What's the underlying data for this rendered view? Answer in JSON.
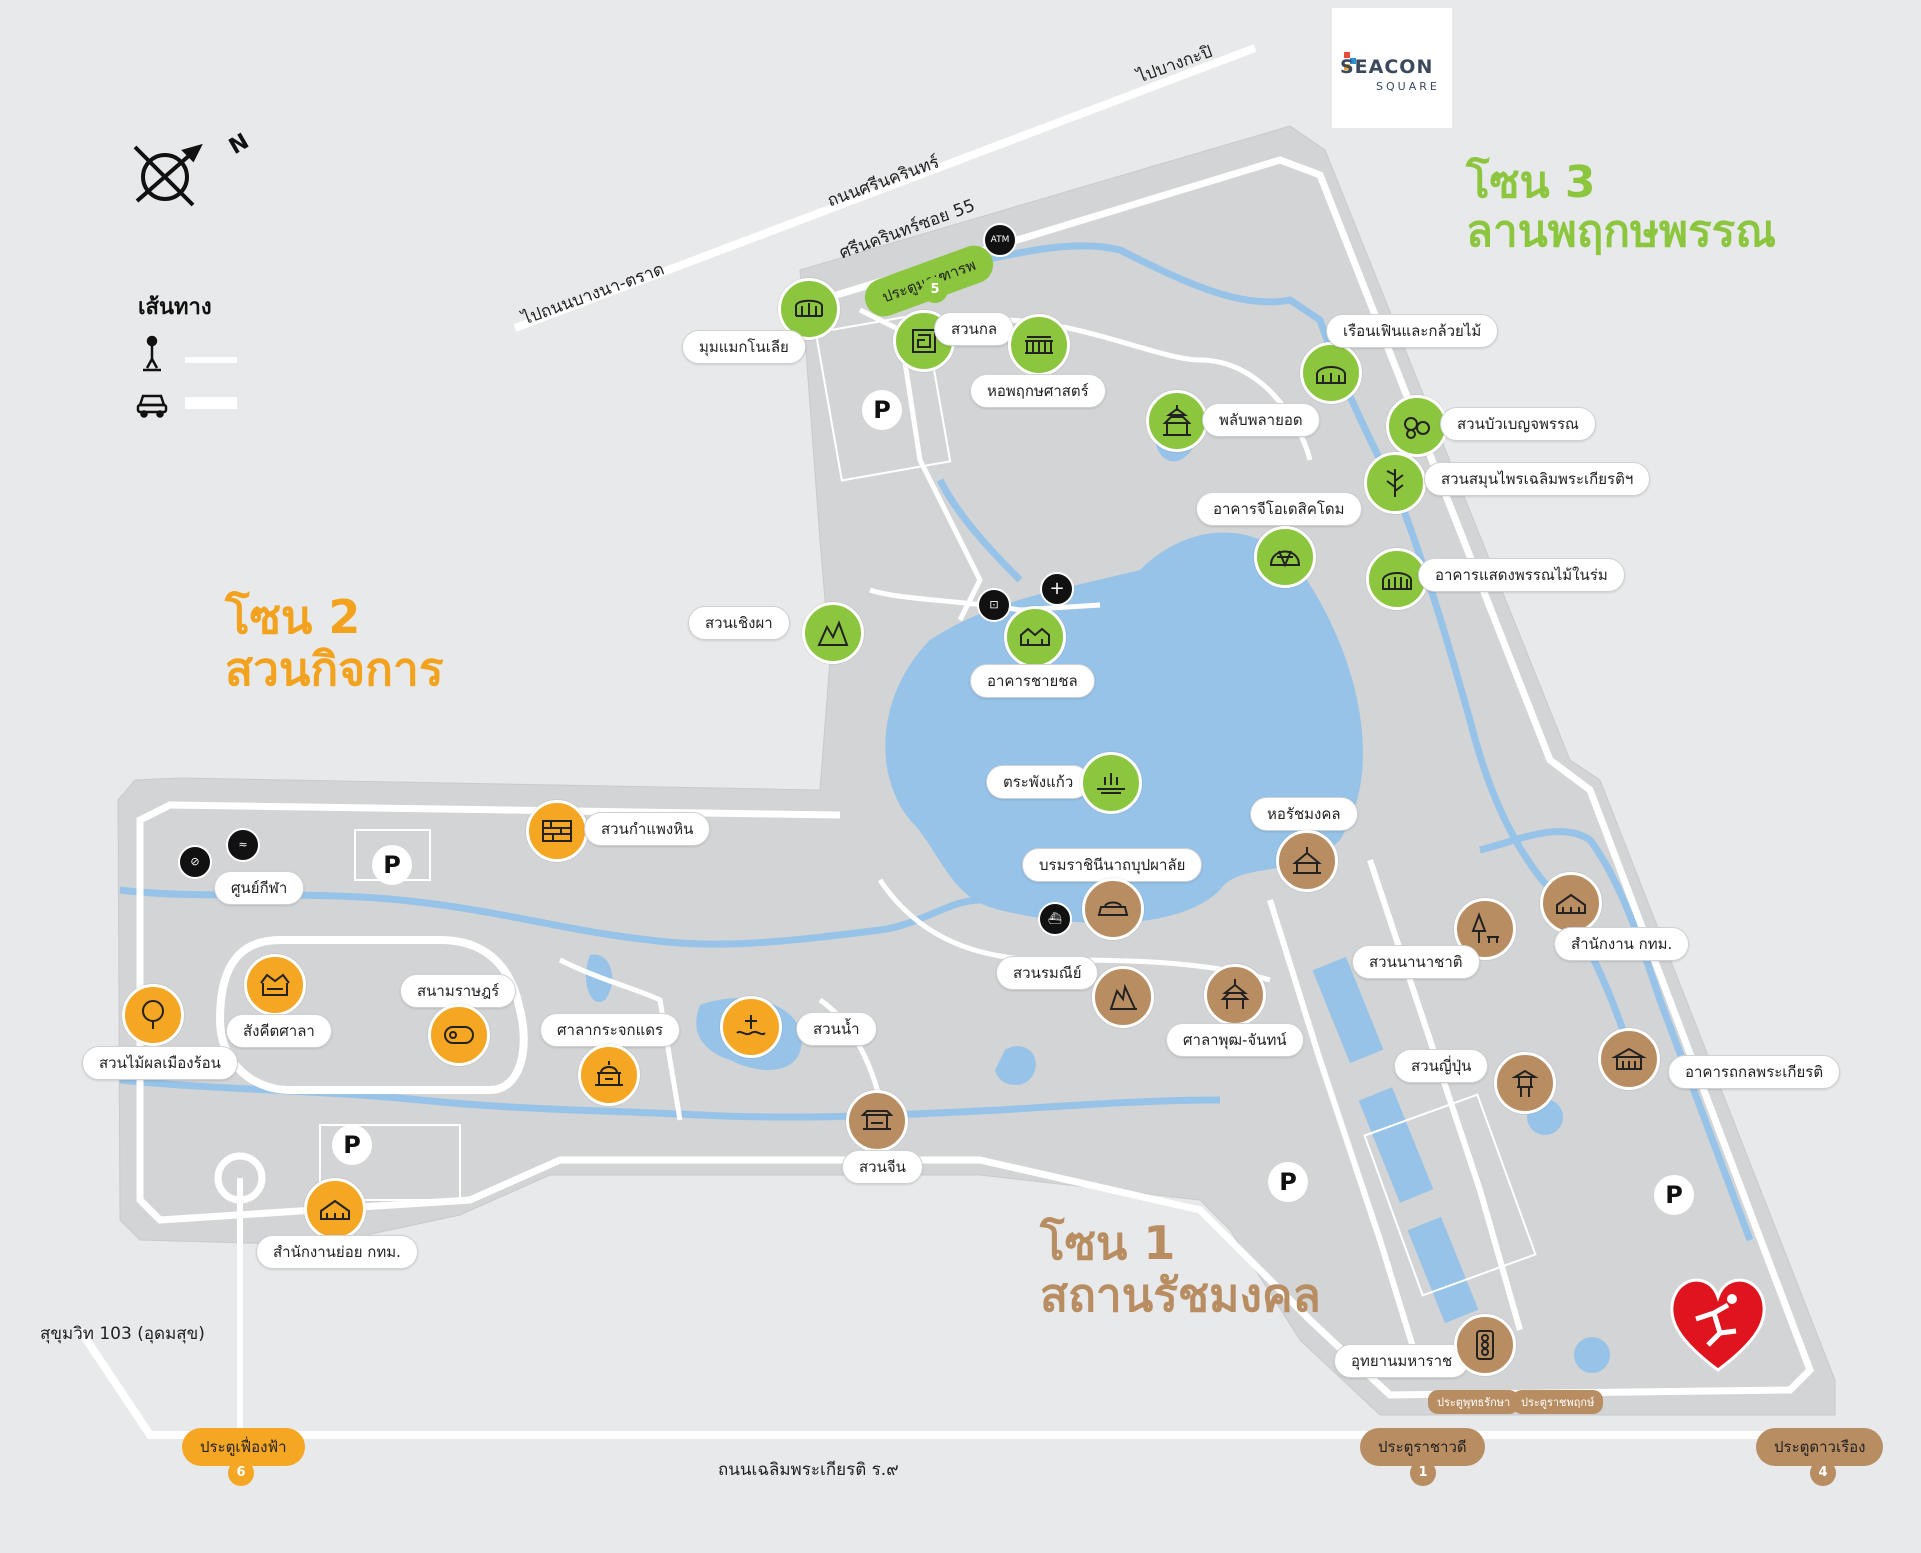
{
  "zones": {
    "zone1_name": "โซน 1",
    "zone1_title": "สถานรัชมงคล",
    "zone2_name": "โซน 2",
    "zone2_title": "สวนกิจการ",
    "zone3_name": "โซน 3",
    "zone3_title": "ลานพฤกษพรรณ"
  },
  "roads": {
    "srinakarin": "ถนนศรีนครินทร์",
    "to_bangkapi": "ไปบางกะปิ",
    "to_bangna": "ไปถนนบางนา-ตราด",
    "soi55": "ศรีนครินทร์ซอย 55",
    "chaloem": "ถนนเฉลิมพระเกียรติ ร.๙",
    "sukhumvit": "สุขุมวิท 103 (อุดมสุข)"
  },
  "legend": {
    "title": "เส้นทาง",
    "walk_icon": "walking-person-icon",
    "car_icon": "car-icon"
  },
  "logo": {
    "brand": "SEACON",
    "sub": "SQUARE"
  },
  "compass": {
    "north_label": "N"
  },
  "gates": {
    "g1": {
      "label": "ประตูราชาวดี",
      "num": "1"
    },
    "g4": {
      "label": "ประตูดาวเรือง",
      "num": "4"
    },
    "g5": {
      "label": "ประตูมณฑารพ",
      "num": "5"
    },
    "g6": {
      "label": "ประตูเฟื่องฟ้า",
      "num": "6"
    },
    "small1": "ประตูพุทธรักษา",
    "small2": "ประตูราชพฤกษ์"
  },
  "places": {
    "magnolia": "มุมแมกโนเลีย",
    "maze": "สวนกล",
    "herbarium": "หอพฤกษศาสตร์",
    "palm": "พลับพลายอด",
    "fern": "เรือนเฟินและกล้วยไม้",
    "lotus": "สวนบัวเบญจพรรณ",
    "herb": "สวนสมุนไพรเฉลิมพระเกียรติฯ",
    "geodesic": "อาคารจีโอเดสิคโดม",
    "rainforest": "อาคารแสดงพรรณไม้ในร่ม",
    "rockgarden": "สวนเชิงผา",
    "chaichon": "อาคารชายชล",
    "trapang": "ตระพังแก้ว",
    "horatchamongkhon": "หอรัชมงคล",
    "museum": "บรมราชินีนาถบุปผาลัย",
    "romani": "สวนรมณีย์",
    "salaputchan": "ศาลาพุฒ-จันทน์",
    "international": "สวนนานาชาติ",
    "bma_office": "สำนักงาน กทม.",
    "japanese": "สวนญี่ปุ่น",
    "exhibition": "อาคารถกลพระเกียรติ",
    "maharaj": "อุทยานมหาราช",
    "chinese": "สวนจีน",
    "water": "สวนน้ำ",
    "salakrachok": "ศาลากระจกแดร",
    "stonewall": "สวนกำแพงหิน",
    "sport": "ศูนย์กีฬา",
    "sanamrat": "สนามราษฎร์",
    "sangkhit": "สังคีตศาลา",
    "fruit": "สวนไม้ผลเมืองร้อน",
    "bma_sub": "สำนักงานย่อย กทม."
  },
  "icons": {
    "atm": "ATM",
    "parking": "P"
  },
  "colors": {
    "green": "#8cc63f",
    "orange": "#f5a623",
    "brown": "#b88d62",
    "water": "#97c3e8",
    "park": "#d2d4d6",
    "bg": "#e8e9ea",
    "heart": "#e0141e"
  }
}
